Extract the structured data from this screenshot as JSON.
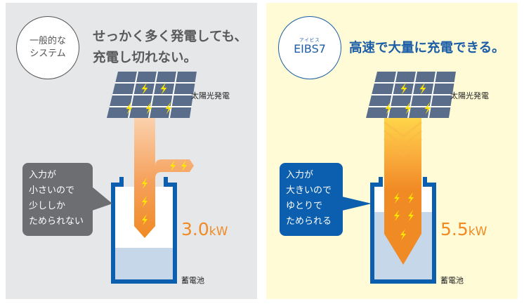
{
  "left_panel": {
    "system_badge": {
      "line1": "一般的な",
      "line2": "システム"
    },
    "headline": {
      "line1": "せっかく多く発電しても、",
      "line2": "充電し切れない。"
    },
    "solar_label": "太陽光発電",
    "callout": {
      "lines": [
        "入力が",
        "小さいので",
        "少ししか",
        "ためられない"
      ]
    },
    "output_value": "3.0",
    "output_unit": "kW",
    "battery_label": "蓄電池",
    "battery_fill_level": "low",
    "colors": {
      "background": "#e6e7e8",
      "callout": "#6d6e71",
      "headline": "#58595b"
    }
  },
  "right_panel": {
    "system_badge": {
      "ruby": "アイビス",
      "brand": "EIBS7"
    },
    "headline": "高速で大量に充電できる。",
    "solar_label": "太陽光発電",
    "callout": {
      "lines": [
        "入力が",
        "大きいので",
        "ゆとりで",
        "ためられる"
      ]
    },
    "output_value": "5.5",
    "output_unit": "kW",
    "battery_label": "蓄電池",
    "battery_fill_level": "high",
    "colors": {
      "background": "#fffbd6",
      "callout": "#0b5fae",
      "headline": "#1b5da6"
    }
  },
  "colors": {
    "battery_frame": "#0b5fae",
    "battery_fill": "#c7d7ea",
    "arrow_orange": "#f08a24",
    "bolt_yellow": "#ffe600",
    "panel_cell": "#5a6e8c"
  },
  "icons": [
    "solar-panel-icon",
    "lightning-bolt-icon",
    "battery-icon",
    "energy-arrow-icon"
  ]
}
